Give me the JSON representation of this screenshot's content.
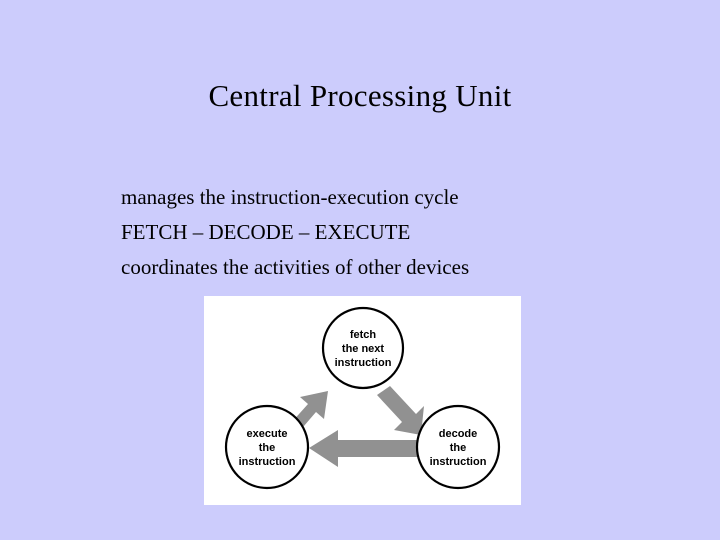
{
  "slide": {
    "background_color": "#ccccfc",
    "title": "Central Processing Unit",
    "body_lines": [
      "manages the instruction-execution cycle",
      "FETCH – DECODE – EXECUTE",
      "coordinates the activities of other devices"
    ]
  },
  "diagram": {
    "panel_background": "#ffffff",
    "circle_stroke_color": "#000000",
    "arrow_color": "#919191",
    "nodes": [
      {
        "id": "fetch",
        "lines": [
          "fetch",
          "the next",
          "instruction"
        ]
      },
      {
        "id": "decode",
        "lines": [
          "decode",
          "the",
          "instruction"
        ]
      },
      {
        "id": "execute",
        "lines": [
          "execute",
          "the",
          "instruction"
        ]
      }
    ],
    "arrows": [
      {
        "id": "fetch-to-decode",
        "from": "fetch",
        "to": "decode",
        "direction": "down-right"
      },
      {
        "id": "decode-to-execute",
        "from": "decode",
        "to": "execute",
        "direction": "left"
      },
      {
        "id": "execute-to-fetch",
        "from": "execute",
        "to": "fetch",
        "direction": "up-right"
      }
    ]
  }
}
